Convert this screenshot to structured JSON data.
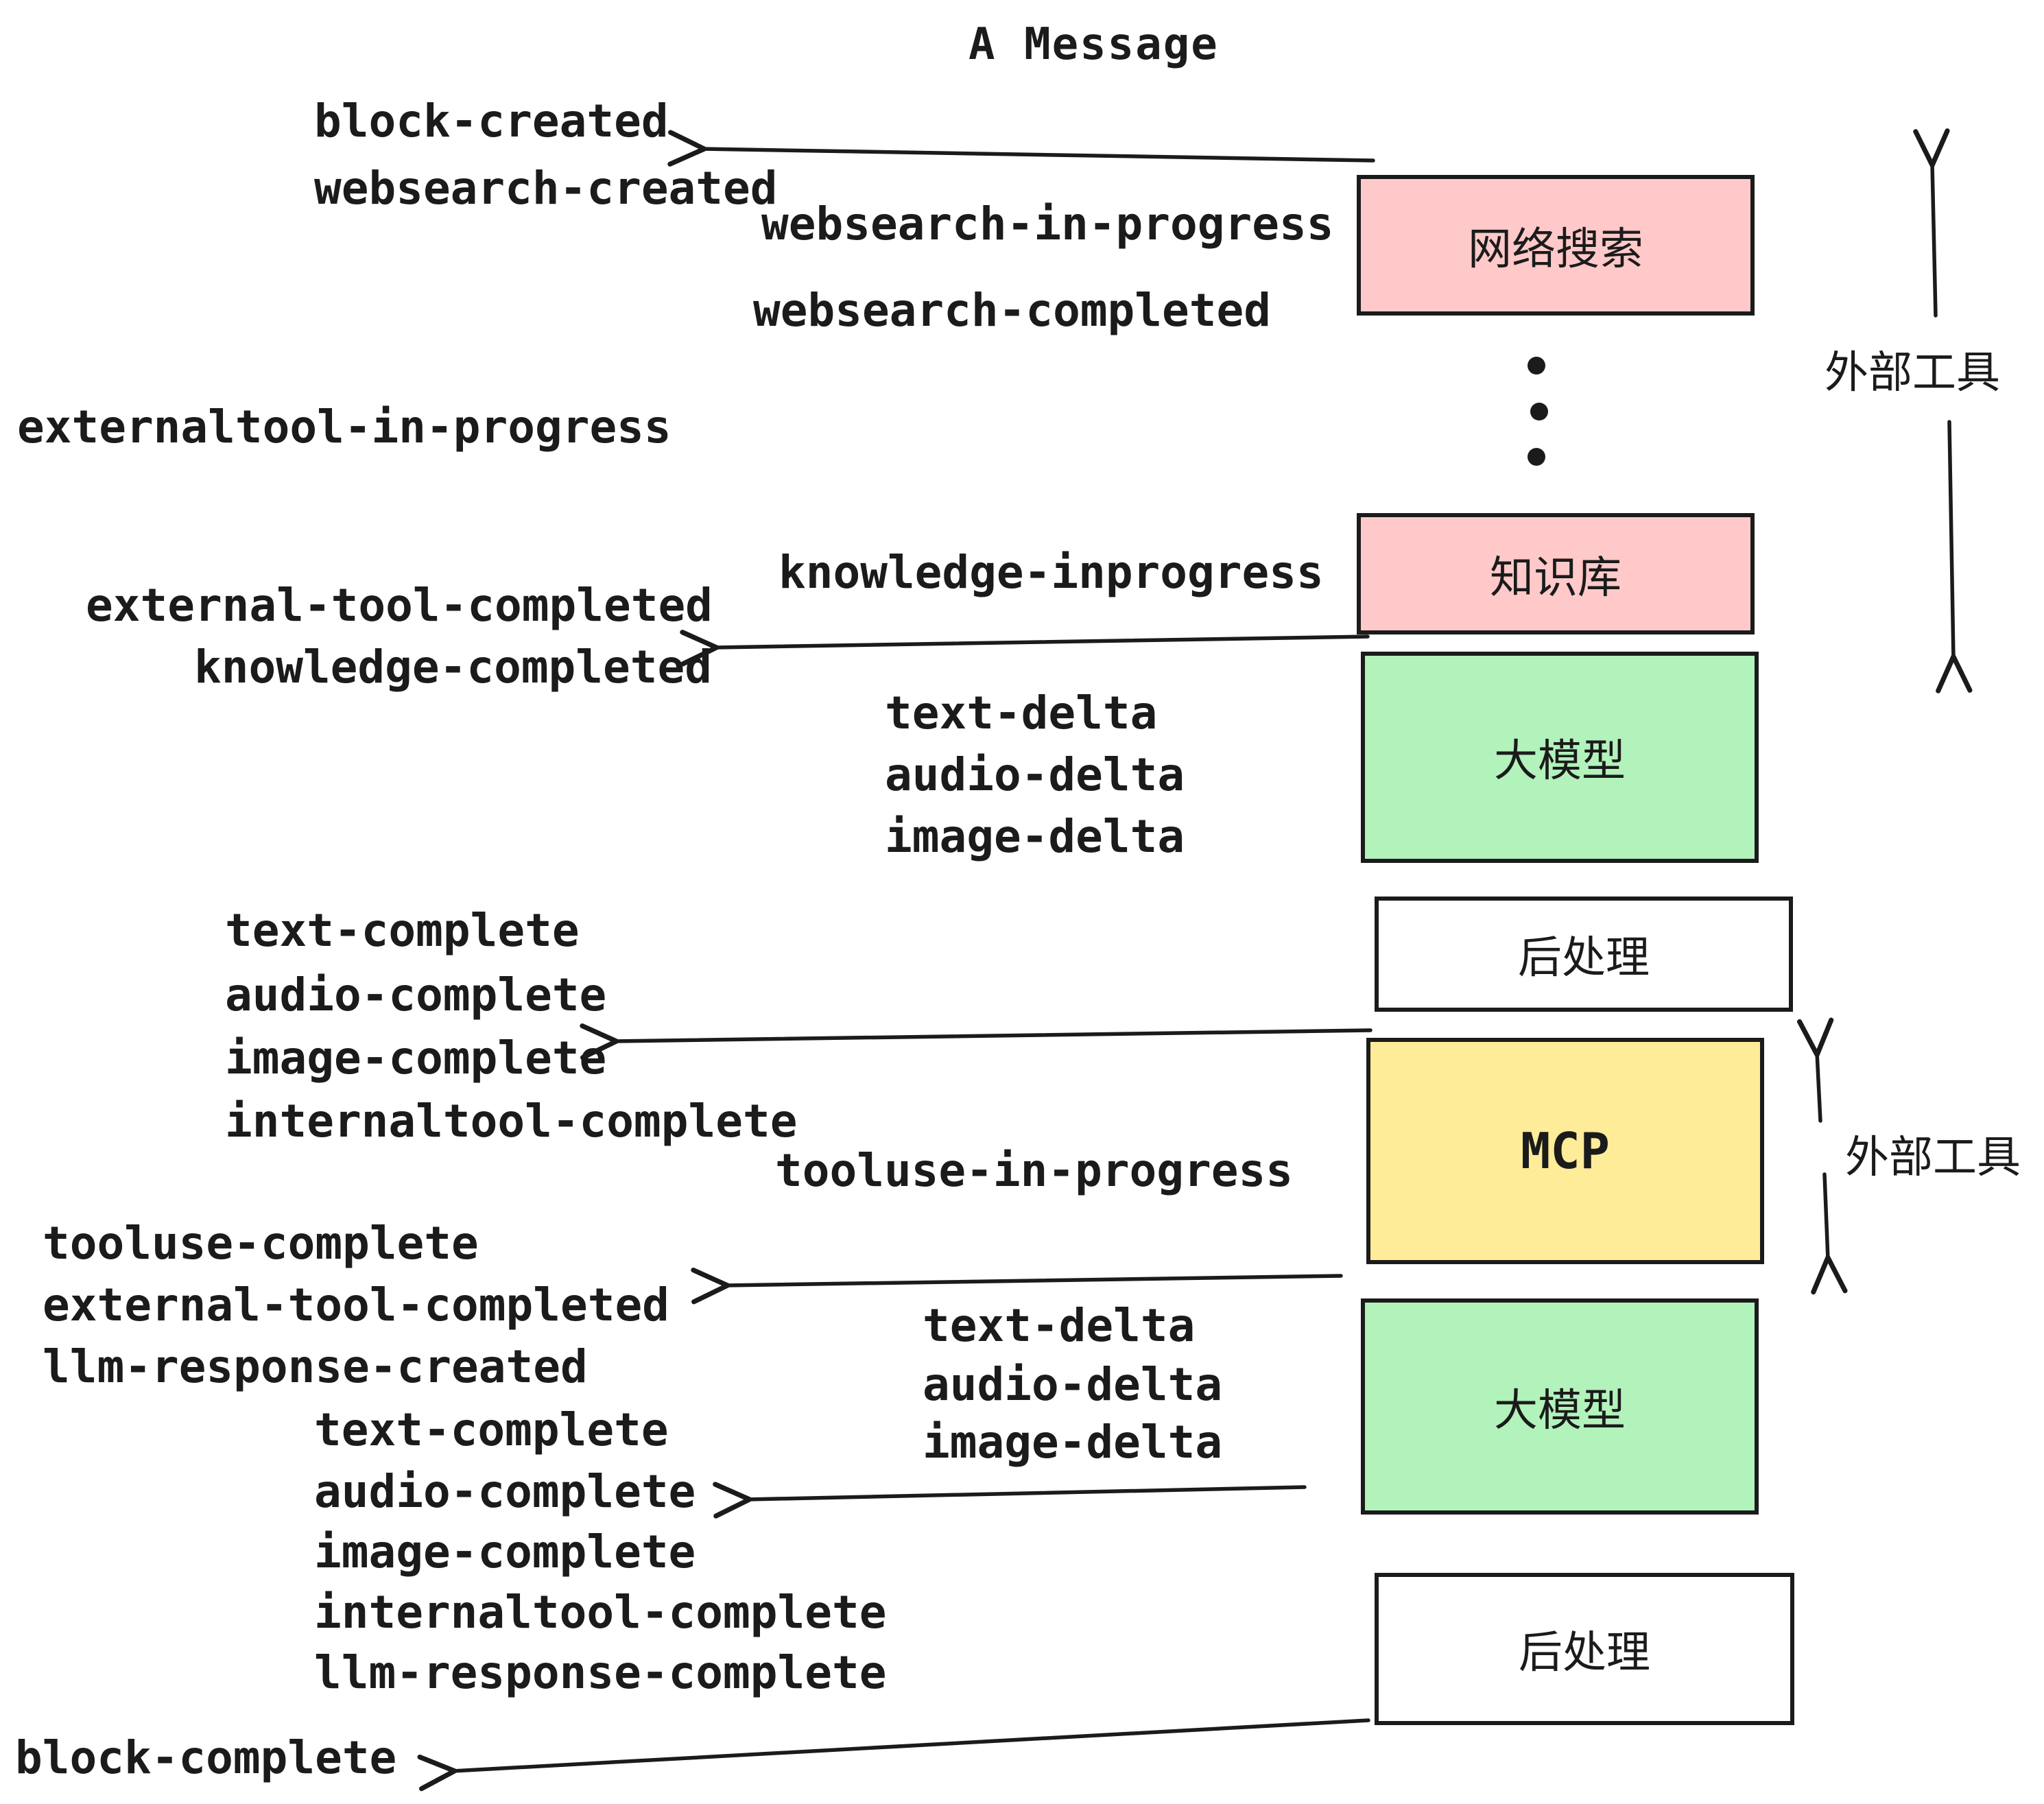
{
  "title": "A Message",
  "colors": {
    "stroke": "#1b1b1b",
    "box_pink": "#ffc9c9",
    "box_green": "#b2f2bb",
    "box_yellow": "#ffec99",
    "box_white": "#ffffff"
  },
  "boxes": [
    {
      "label": "网络搜索"
    },
    {
      "label": "知识库"
    },
    {
      "label": "大模型"
    },
    {
      "label": "后处理"
    },
    {
      "label": "MCP"
    },
    {
      "label": "大模型"
    },
    {
      "label": "后处理"
    }
  ],
  "annotations": {
    "external_tools_top": "外部工具",
    "external_tools_mcp": "外部工具"
  },
  "events": [
    "block-created",
    "websearch-created",
    "websearch-in-progress",
    "websearch-completed",
    "externaltool-in-progress",
    "knowledge-inprogress",
    "external-tool-completed",
    "knowledge-completed",
    "text-delta",
    "audio-delta",
    "image-delta",
    "text-complete",
    "audio-complete",
    "image-complete",
    "internaltool-complete",
    "tooluse-in-progress",
    "tooluse-complete",
    "external-tool-completed",
    "llm-response-created",
    "text-complete",
    "audio-complete",
    "image-complete",
    "internaltool-complete",
    "llm-response-complete",
    "text-delta",
    "audio-delta",
    "image-delta",
    "block-complete"
  ]
}
